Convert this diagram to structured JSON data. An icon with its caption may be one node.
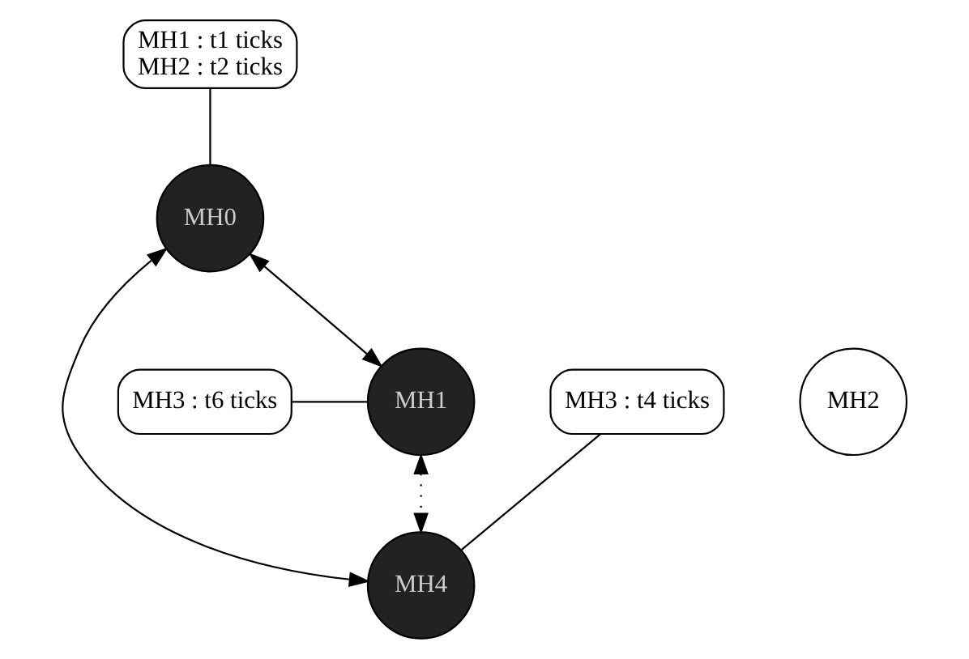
{
  "diagram": {
    "nodes": [
      {
        "text": [
          "MH1 : t1 ticks",
          "MH2 : t2 ticks"
        ]
      },
      {
        "text": [
          "MH0"
        ]
      },
      {
        "text": [
          "MH4"
        ]
      },
      {
        "text": [
          "MH1"
        ]
      },
      {
        "text": [
          "MH2"
        ]
      },
      {
        "text": [
          "MH3 : t6 ticks"
        ]
      },
      {
        "text": [
          "MH3 : t4 ticks"
        ]
      }
    ],
    "edges": [
      {
        "from": 0,
        "to": 1,
        "arrow": "none"
      },
      {
        "from": 1,
        "to": 2,
        "arrow": "both"
      },
      {
        "from": 1,
        "to": 3,
        "arrow": "both"
      },
      {
        "from": 3,
        "to": 2,
        "arrow": "both",
        "style": "dashed"
      },
      {
        "from": 5,
        "to": 3,
        "arrow": "none"
      },
      {
        "from": 6,
        "to": 2,
        "arrow": "none"
      }
    ]
  }
}
